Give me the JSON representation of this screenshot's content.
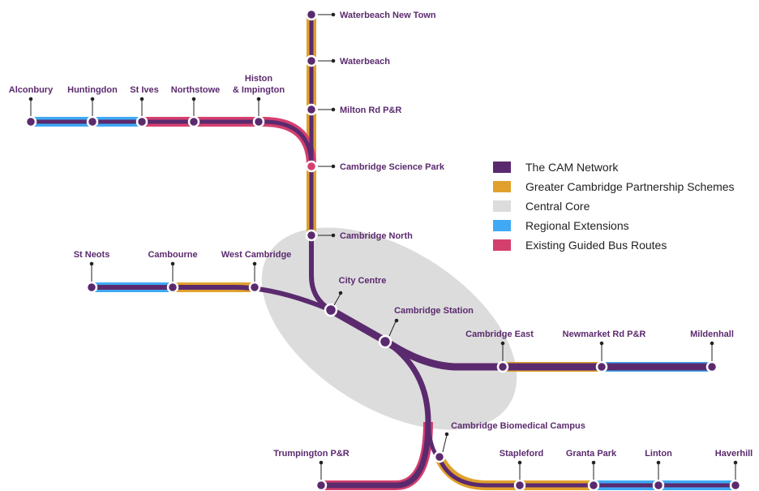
{
  "legend": [
    {
      "label": "The CAM Network",
      "color": "#5b2a6e"
    },
    {
      "label": "Greater Cambridge Partnership Schemes",
      "color": "#e0a12c"
    },
    {
      "label": "Central Core",
      "color": "#dcdcdc"
    },
    {
      "label": "Regional Extensions",
      "color": "#3fa9f5"
    },
    {
      "label": "Existing Guided Bus Routes",
      "color": "#d43f6e"
    }
  ],
  "stations": {
    "waterbeach_new_town": "Waterbeach New Town",
    "waterbeach": "Waterbeach",
    "milton_rd": "Milton Rd P&R",
    "science_park": "Cambridge Science Park",
    "cambridge_north": "Cambridge North",
    "alconbury": "Alconbury",
    "huntingdon": "Huntingdon",
    "st_ives": "St Ives",
    "northstowe": "Northstowe",
    "histon_1": "Histon",
    "histon_2": "& Impington",
    "st_neots": "St Neots",
    "cambourne": "Cambourne",
    "west_cambridge": "West Cambridge",
    "city_centre": "City Centre",
    "cambridge_station": "Cambridge Station",
    "cambridge_east": "Cambridge East",
    "newmarket_rd": "Newmarket Rd P&R",
    "mildenhall": "Mildenhall",
    "biomedical": "Cambridge Biomedical Campus",
    "trumpington": "Trumpington P&R",
    "stapleford": "Stapleford",
    "granta_park": "Granta Park",
    "linton": "Linton",
    "haverhill": "Haverhill"
  }
}
